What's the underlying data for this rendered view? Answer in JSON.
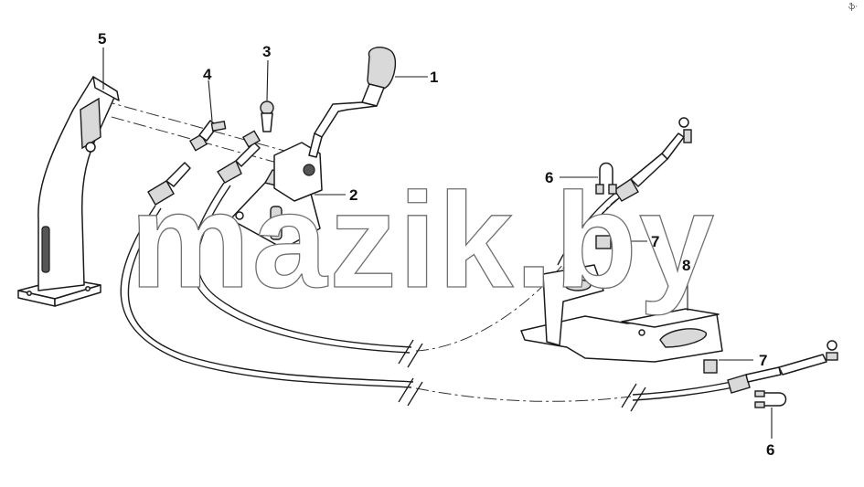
{
  "watermark": "mazik.by",
  "corner_mark": "ֆ·",
  "callouts": [
    {
      "id": "callout-1",
      "label": "1"
    },
    {
      "id": "callout-2",
      "label": "2"
    },
    {
      "id": "callout-3",
      "label": "3"
    },
    {
      "id": "callout-4",
      "label": "4"
    },
    {
      "id": "callout-5",
      "label": "5"
    },
    {
      "id": "callout-6a",
      "label": "6"
    },
    {
      "id": "callout-6b",
      "label": "6"
    },
    {
      "id": "callout-7a",
      "label": "7"
    },
    {
      "id": "callout-7b",
      "label": "7"
    },
    {
      "id": "callout-8",
      "label": "8"
    }
  ],
  "colors": {
    "line": "#1b1b1b",
    "watermark_outline": "#6f6f6f",
    "background": "#ffffff"
  }
}
